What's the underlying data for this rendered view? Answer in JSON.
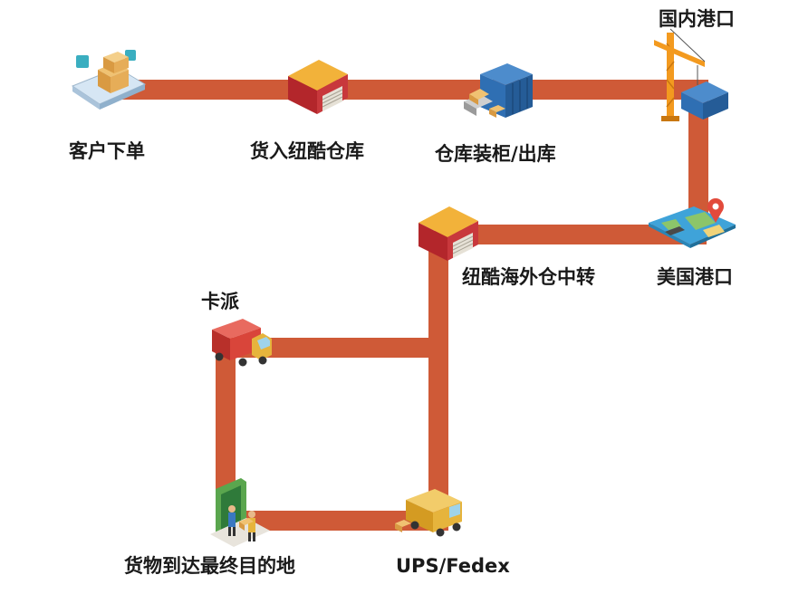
{
  "colors": {
    "path": "#cf5a37",
    "path_edge": "#b7472a",
    "text": "#1a1a1a",
    "warehouse_roof": "#f2b23a",
    "warehouse_wall": "#b3262b",
    "container": "#2f6fb3",
    "crane": "#f39a1f",
    "truck": "#d9453a",
    "van": "#e6b43c",
    "map": "#3fa3d9",
    "door": "#5aa64e"
  },
  "steps": [
    {
      "label": "客户下单",
      "icon": "order-phone-boxes-icon"
    },
    {
      "label": "货入纽酷仓库",
      "icon": "warehouse-icon"
    },
    {
      "label": "仓库装柜/出库",
      "icon": "container-loading-icon"
    },
    {
      "label": "国内港口",
      "icon": "port-crane-icon"
    },
    {
      "label": "美国港口",
      "icon": "map-pin-ship-icon"
    },
    {
      "label": "纽酷海外仓中转",
      "icon": "warehouse-icon"
    },
    {
      "label": "卡派",
      "icon": "logistics-truck-icon"
    },
    {
      "label": "UPS/Fedex",
      "icon": "delivery-van-icon"
    },
    {
      "label": "货物到达最终目的地",
      "icon": "door-delivery-icon"
    }
  ]
}
